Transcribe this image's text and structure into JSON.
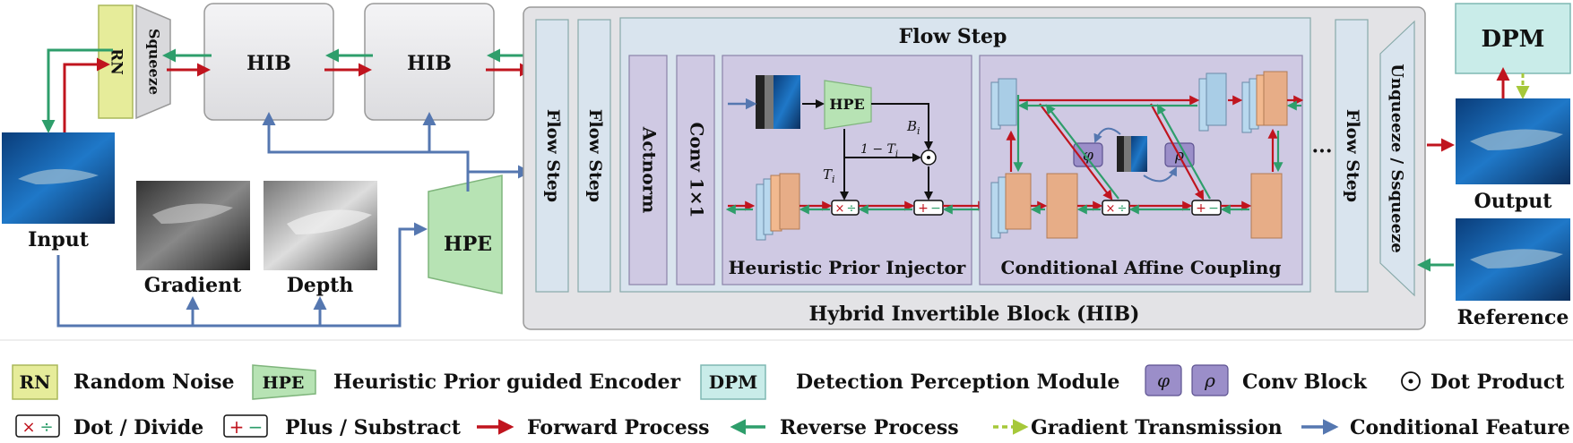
{
  "colors": {
    "forward": "#c0141e",
    "reverse": "#2e9e6b",
    "gradient": "#a6c83a",
    "conditional": "#5577b0",
    "rn_fill": "#e6ec9a",
    "hpe_fill": "#b7e3b4",
    "dpm_fill": "#c9ece9",
    "conv_fill": "#9b8ec9",
    "hib_fill": "#e8e8ea",
    "flowstep_fill": "#d9e4ee",
    "panel_fill": "#cfc9e3"
  },
  "top": {
    "rn": "RN",
    "squeeze": "Squeeze",
    "hib_1": "HIB",
    "hib_2": "HIB",
    "input_label": "Input",
    "gradient_label": "Gradient",
    "depth_label": "Depth",
    "hpe": "HPE"
  },
  "block": {
    "flow_step_outer_1": "Flow Step",
    "flow_step_outer_2": "Flow Step",
    "flow_step_inner_title": "Flow Step",
    "actnorm": "Actnorm",
    "conv1x1": "Conv 1×1",
    "hpi_hpe": "HPE",
    "hpi_title": "Heuristic Prior Injector",
    "cac_title": "Conditional Affine Coupling",
    "flow_step_outer_3": "Flow Step",
    "ellipsis": "···",
    "unsqueeze": "Unqueeze / Ssqueeze",
    "hib_caption": "Hybrid Invertible Block (HIB)",
    "phi": "φ",
    "rho": "ρ",
    "b_sym": "B",
    "b_sub": "i",
    "one_minus": "1 − T",
    "one_minus_sub": "i",
    "t_sym": "T",
    "t_sub": "i"
  },
  "right": {
    "dpm": "DPM",
    "output_label": "Output",
    "reference_label": "Reference"
  },
  "legend": {
    "rn_box": "RN",
    "rn_text": "Random Noise",
    "hpe_box": "HPE",
    "hpe_text": "Heuristic Prior guided Encoder",
    "dpm_box": "DPM",
    "dpm_text": "Detection Perception Module",
    "phi_box": "φ",
    "rho_box": "ρ",
    "conv_text": "Conv Block",
    "dot_text": "Dot Product",
    "dotdiv_text": "Dot / Divide",
    "plussub_text": "Plus / Substract",
    "forward_text": "Forward Process",
    "reverse_text": "Reverse Process",
    "gradient_text": "Gradient Transmission",
    "cond_text": "Conditional Feature"
  }
}
